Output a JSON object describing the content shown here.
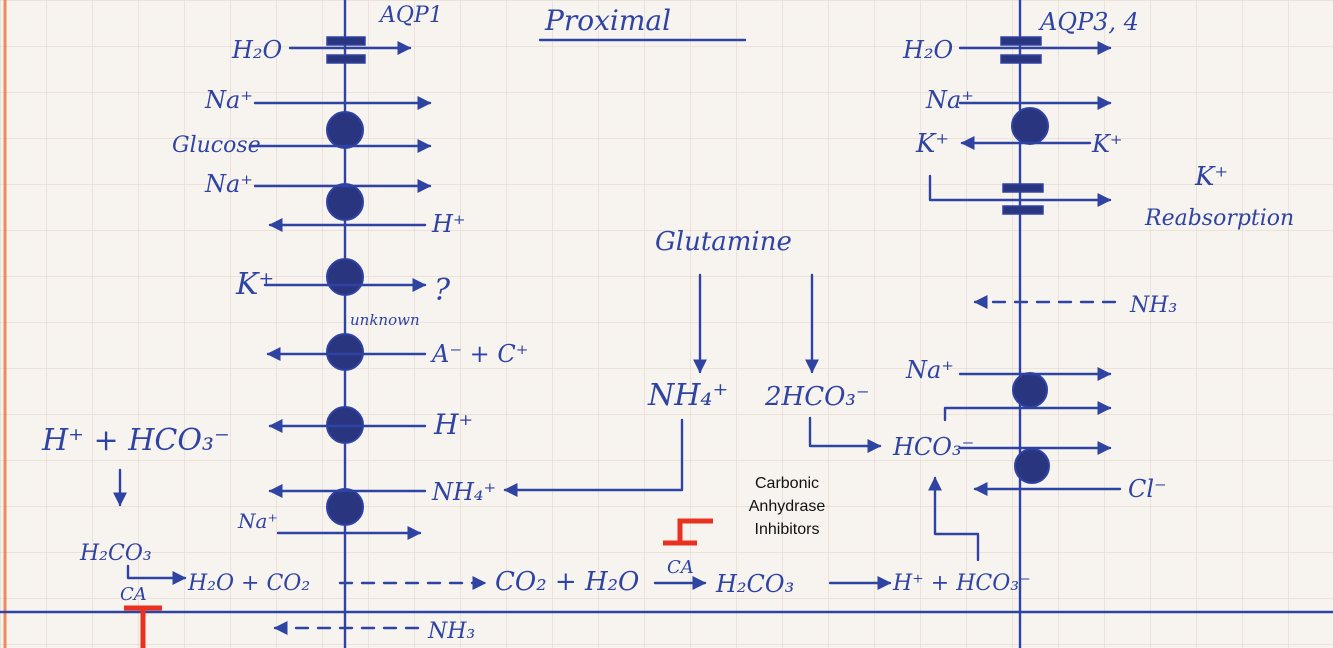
{
  "header": {
    "title": "Proximal",
    "left_channel": "AQP1",
    "right_channel": "AQP3, 4"
  },
  "left_membrane": {
    "h2o": "H₂O",
    "na_1": "Na⁺",
    "glucose": "Glucose",
    "na_2": "Na⁺",
    "h_1": "H⁺",
    "k": "K⁺",
    "k_dest": "?",
    "unknown": "unknown",
    "anion_cation": "A⁻ + C⁺",
    "h_2": "H⁺",
    "nh4": "NH₄⁺",
    "na_3": "Na⁺",
    "nh3": "NH₃"
  },
  "lumen": {
    "h_hco3": "H⁺ + HCO₃⁻",
    "h2co3": "H₂CO₃",
    "ca": "CA",
    "h2o_co2": "H₂O + CO₂"
  },
  "cell": {
    "glutamine": "Glutamine",
    "nh4": "NH₄⁺",
    "hco3_2": "2HCO₃⁻",
    "hco3": "HCO₃⁻",
    "co2_h2o": "CO₂ + H₂O",
    "ca": "CA",
    "h2co3": "H₂CO₃",
    "h_hco3": "H⁺ + HCO₃⁻",
    "inhibitor_label": [
      "Carbonic",
      "Anhydrase",
      "Inhibitors"
    ]
  },
  "right_membrane": {
    "h2o": "H₂O",
    "na_1": "Na⁺",
    "k_in": "K⁺",
    "k_out": "K⁺",
    "k_reabs": "K⁺",
    "reabsorption": "Reabsorption",
    "nh3": "NH₃",
    "na_2": "Na⁺",
    "cl": "Cl⁻"
  },
  "colors": {
    "ink": "#2f43a3",
    "transporter": "#2a3580",
    "inhibitor": "#e8321f",
    "grid": "#e6d7cc",
    "paper": "#f7f4ef",
    "margin": "#f08a5a",
    "printed": "#111111"
  }
}
